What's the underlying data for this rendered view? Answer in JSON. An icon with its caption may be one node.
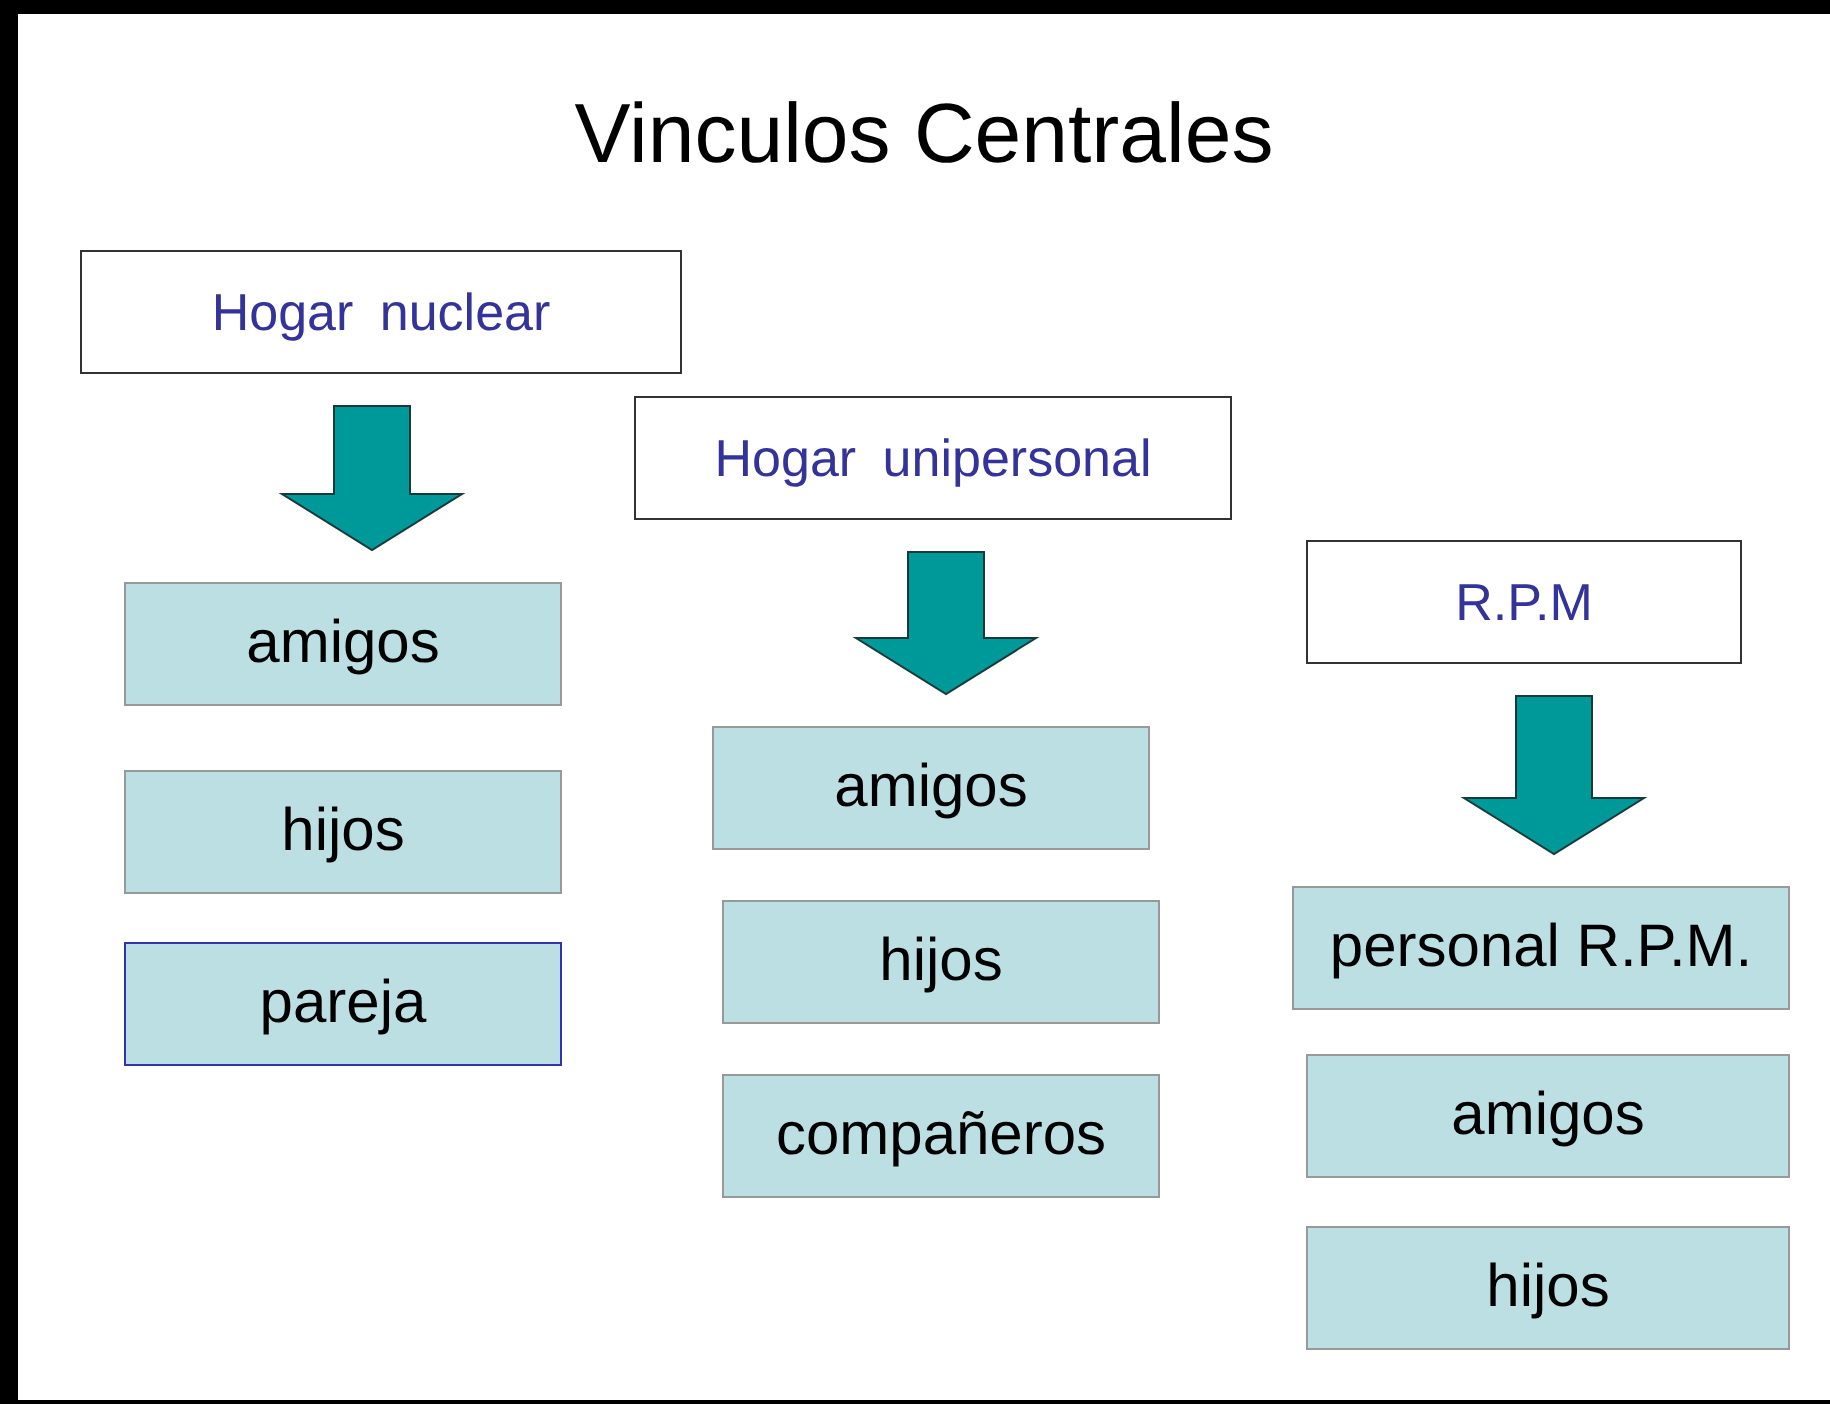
{
  "diagram": {
    "title": "Vinculos Centrales",
    "nodes": [
      {
        "text": [
          "Hogar nuclear"
        ]
      },
      {
        "text": [
          "amigos"
        ]
      },
      {
        "text": [
          "hijos"
        ]
      },
      {
        "text": [
          "pareja"
        ]
      },
      {
        "text": [
          "Hogar unipersonal"
        ]
      },
      {
        "text": [
          "amigos"
        ]
      },
      {
        "text": [
          "hijos"
        ]
      },
      {
        "text": [
          "compañeros"
        ]
      },
      {
        "text": [
          "R.P.M"
        ]
      },
      {
        "text": [
          "personal R.P.M."
        ]
      },
      {
        "text": [
          "amigos"
        ]
      },
      {
        "text": [
          "hijos"
        ]
      }
    ],
    "edges": [
      {
        "from": 0,
        "to": 1,
        "arrow": "to"
      },
      {
        "from": 4,
        "to": 5,
        "arrow": "to"
      },
      {
        "from": 8,
        "to": 9,
        "arrow": "to"
      }
    ]
  }
}
